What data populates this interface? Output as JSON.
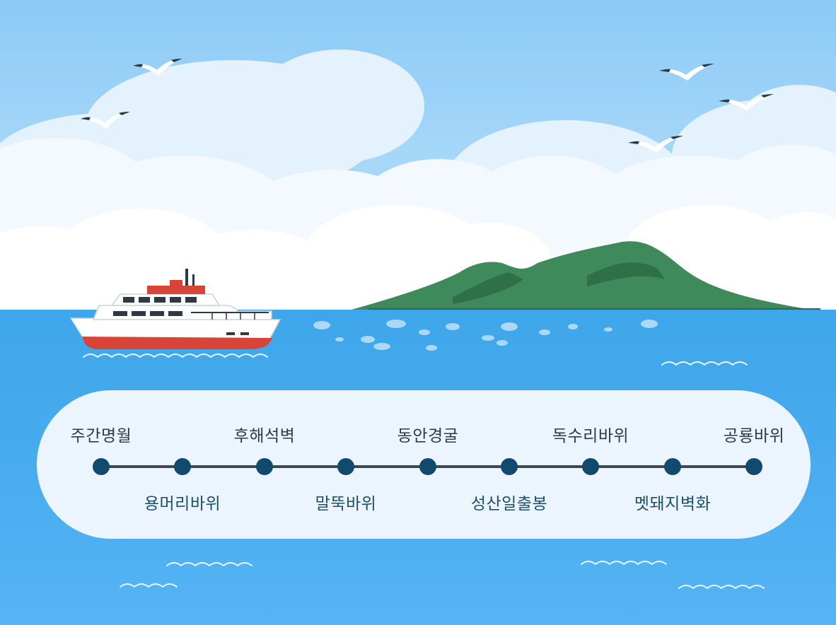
{
  "colors": {
    "sky_top": "#8fcdf7",
    "sky_bottom": "#b9e0fb",
    "sea": "#3aa9ee",
    "island": "#3f8a5a",
    "route_line": "#3d4853",
    "route_dot": "#124a6e",
    "ship_hull": "#d9443a"
  },
  "route": {
    "stops": [
      {
        "label": "주간명월",
        "row": "top"
      },
      {
        "label": "용머리바위",
        "row": "bottom"
      },
      {
        "label": "후해석벽",
        "row": "top"
      },
      {
        "label": "말뚝바위",
        "row": "bottom"
      },
      {
        "label": "동안경굴",
        "row": "top"
      },
      {
        "label": "성산일출봉",
        "row": "bottom"
      },
      {
        "label": "독수리바위",
        "row": "top"
      },
      {
        "label": "멧돼지벽화",
        "row": "bottom"
      },
      {
        "label": "공룡바위",
        "row": "top"
      }
    ]
  },
  "icons": [
    "seagull-icon",
    "ship-icon",
    "island-icon",
    "wave-icon"
  ]
}
